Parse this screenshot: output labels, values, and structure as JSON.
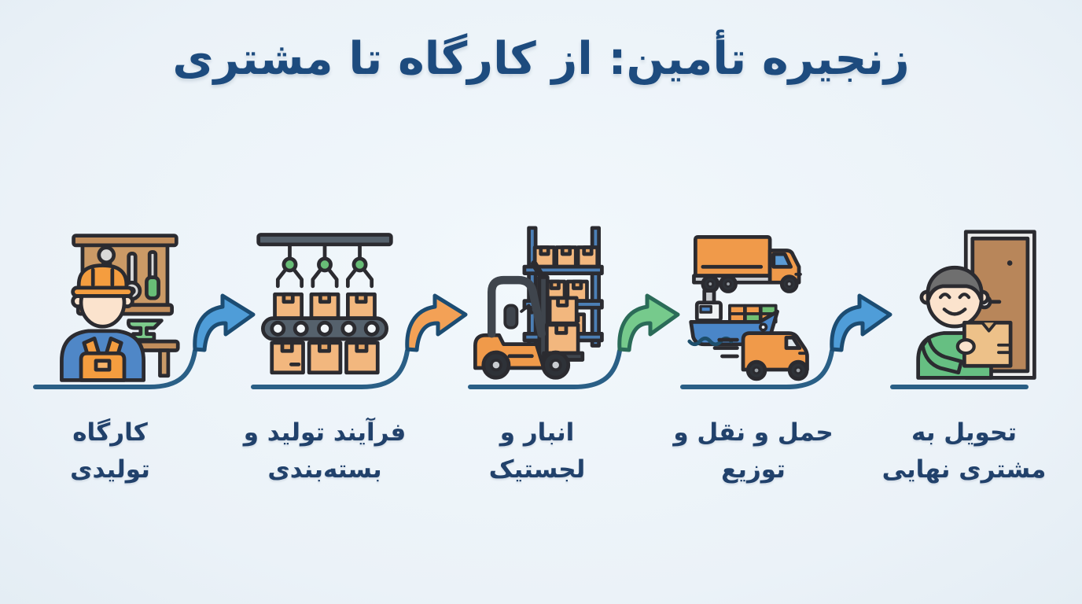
{
  "title": "زنجیره تأمین: از کارگاه تا مشتری",
  "language": "fa",
  "flow_direction": "left-to-right",
  "colors": {
    "background": "#edf4f9",
    "title_text": "#1d4b7e",
    "label_text": "#21416b",
    "connector_line": "#2a5f86",
    "arrow_blue": "#4f9dd8",
    "arrow_orange": "#f3a156",
    "arrow_green": "#76ca8c"
  },
  "stages": [
    {
      "name": "workshop",
      "icon": "worker-workshop-icon",
      "label_line1": "کارگاه",
      "label_line2": "تولیدی"
    },
    {
      "name": "production-packaging",
      "icon": "conveyor-belt-icon",
      "label_line1": "فرآیند تولید و",
      "label_line2": "بسته‌بندی"
    },
    {
      "name": "warehouse-logistics",
      "icon": "forklift-warehouse-icon",
      "label_line1": "انبار و",
      "label_line2": "لجستیک"
    },
    {
      "name": "transport-distribution",
      "icon": "truck-ship-van-icon",
      "label_line1": "حمل و نقل و",
      "label_line2": "توزیع"
    },
    {
      "name": "final-delivery",
      "icon": "customer-delivery-icon",
      "label_line1": "تحویل به",
      "label_line2": "مشتری نهایی"
    }
  ],
  "arrows": [
    {
      "from": "workshop",
      "to": "production-packaging",
      "color": "#4f9dd8"
    },
    {
      "from": "production-packaging",
      "to": "warehouse-logistics",
      "color": "#f3a156"
    },
    {
      "from": "warehouse-logistics",
      "to": "transport-distribution",
      "color": "#76ca8c"
    },
    {
      "from": "transport-distribution",
      "to": "final-delivery",
      "color": "#4f9dd8"
    }
  ]
}
